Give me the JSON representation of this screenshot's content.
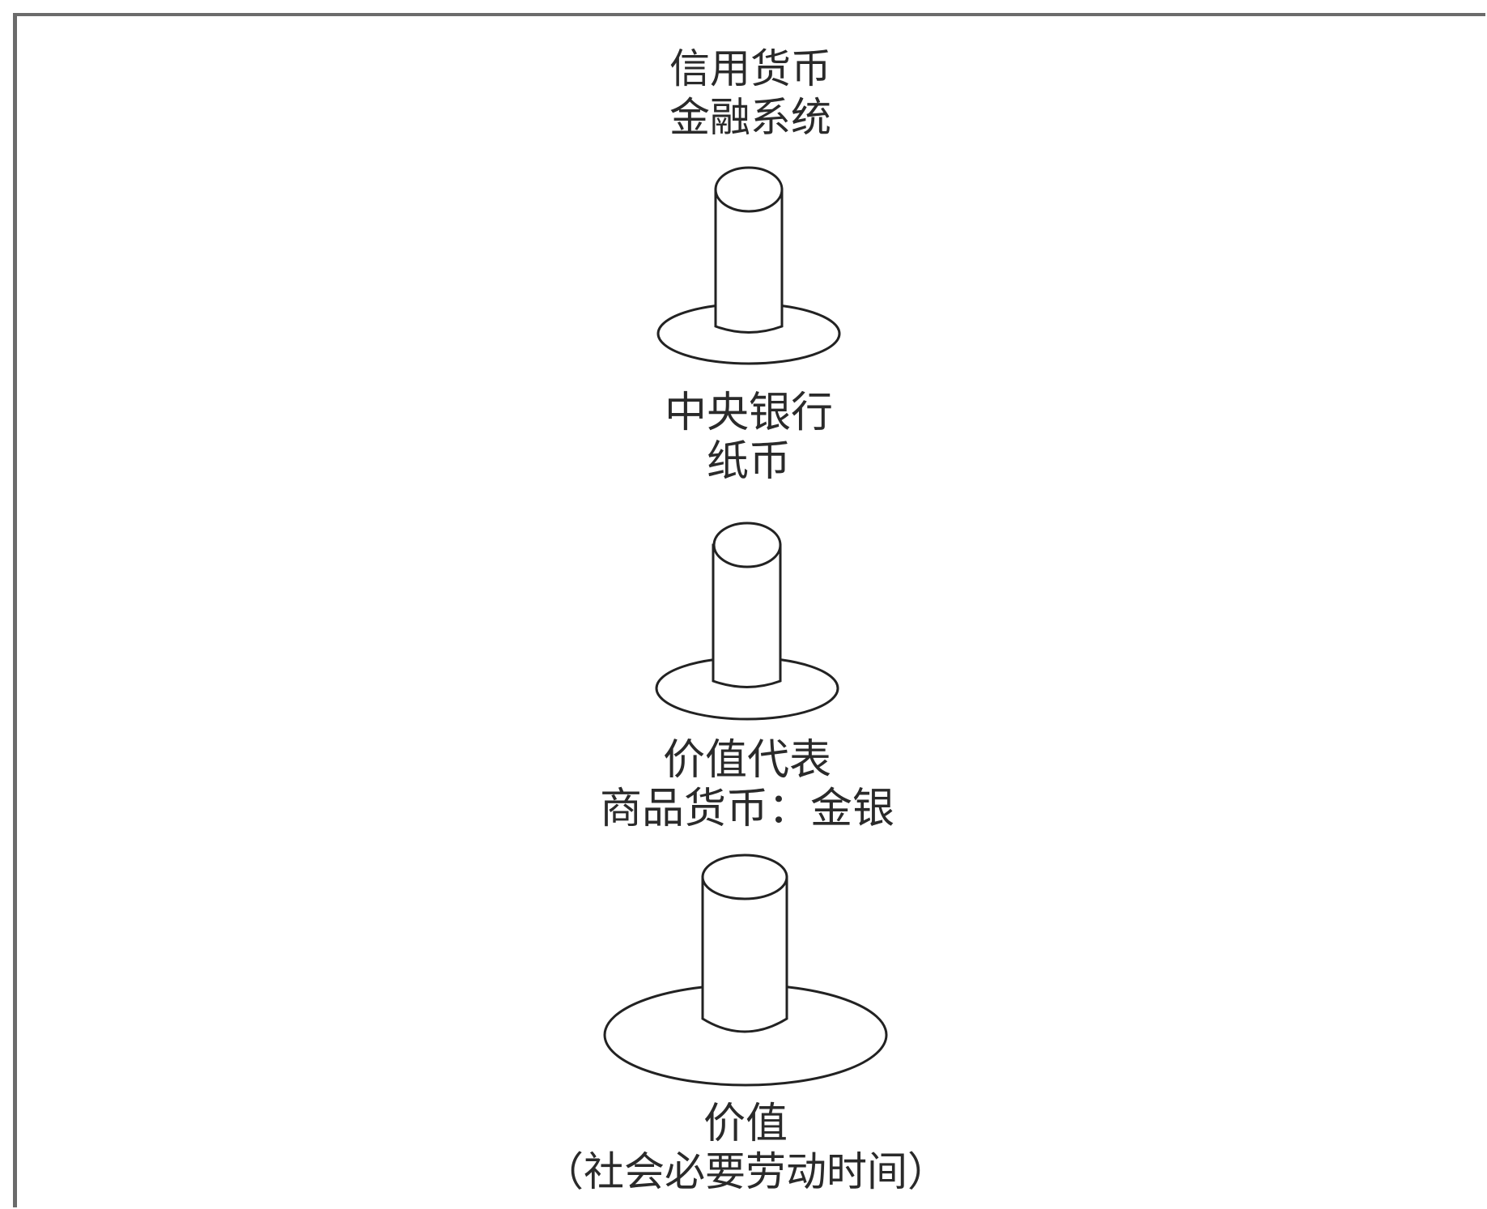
{
  "levels": [
    {
      "id": "top",
      "line1": "信用货币",
      "line2": "金融系统"
    },
    {
      "id": "upper-middle",
      "line1": "中央银行",
      "line2": "纸币"
    },
    {
      "id": "lower-middle",
      "line1": "价值代表",
      "line2": "商品货币：金银"
    },
    {
      "id": "base",
      "line1": "价值",
      "line2": "（社会必要劳动时间）"
    }
  ],
  "colors": {
    "line": "#222222",
    "text": "#2a2a2a",
    "frame": "#6b6b6b"
  }
}
